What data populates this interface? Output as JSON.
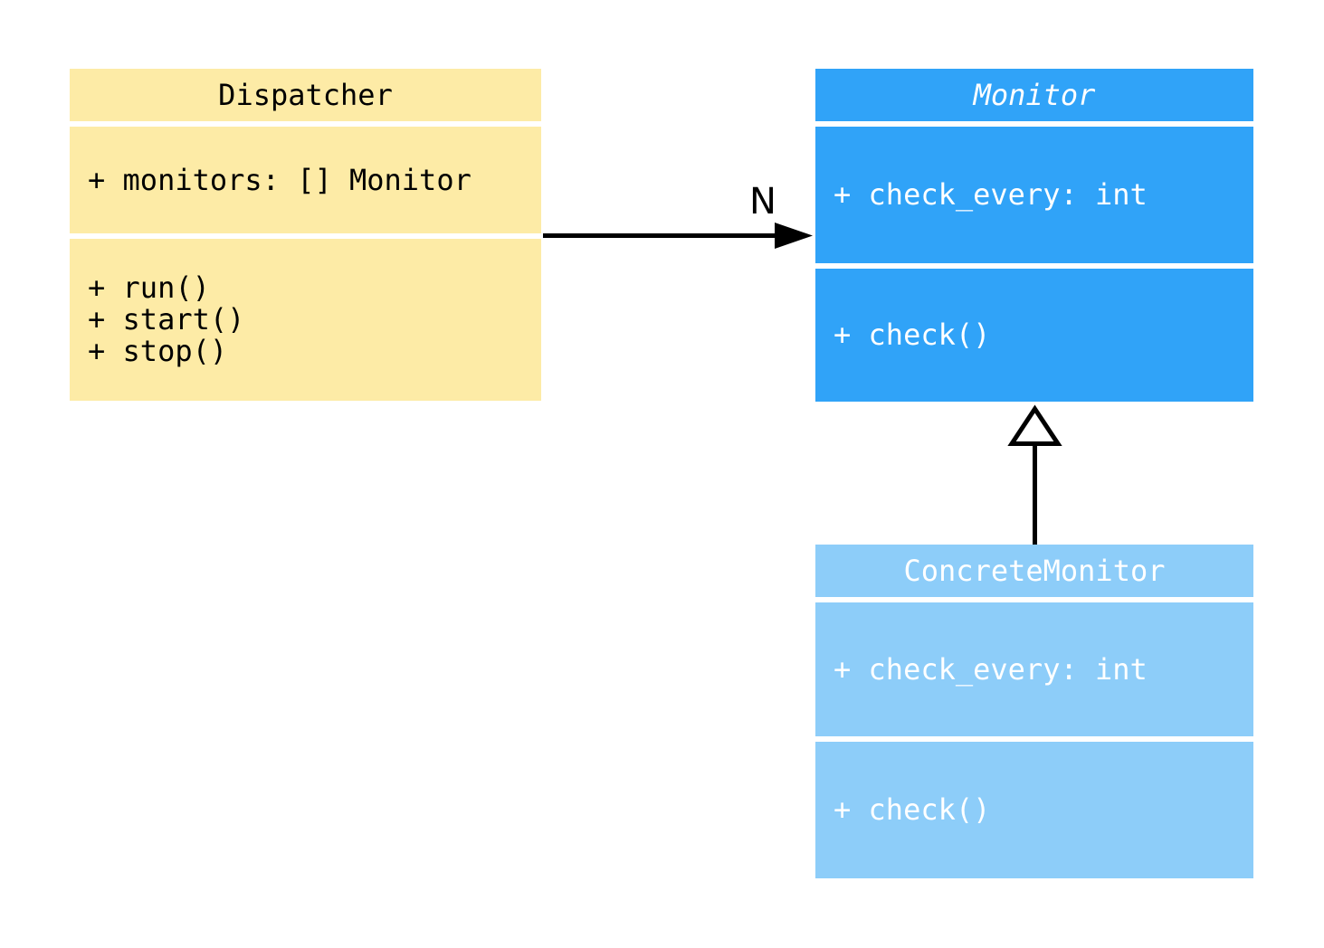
{
  "classes": [
    {
      "name": "Dispatcher",
      "abstract": false,
      "fill": "#FDEBA6",
      "text_color": "#000000",
      "attributes": [
        "+ monitors: [] Monitor"
      ],
      "methods": [
        "+ run()",
        "+ start()",
        "+ stop()"
      ]
    },
    {
      "name": "Monitor",
      "abstract": true,
      "fill": "#30A3F8",
      "text_color": "#FFFFFF",
      "attributes": [
        "+ check_every: int"
      ],
      "methods": [
        "+ check()"
      ]
    },
    {
      "name": "ConcreteMonitor",
      "abstract": false,
      "fill": "#8DCDF9",
      "text_color": "#FFFFFF",
      "attributes": [
        "+ check_every: int"
      ],
      "methods": [
        "+ check()"
      ]
    }
  ],
  "edges": [
    {
      "type": "association",
      "from": "Dispatcher",
      "to": "Monitor",
      "label": "N"
    },
    {
      "type": "inheritance",
      "from": "ConcreteMonitor",
      "to": "Monitor",
      "label": ""
    }
  ],
  "colors": {
    "background": "#FFFFFF",
    "connector": "#000000",
    "divider": "#FFFFFF"
  }
}
